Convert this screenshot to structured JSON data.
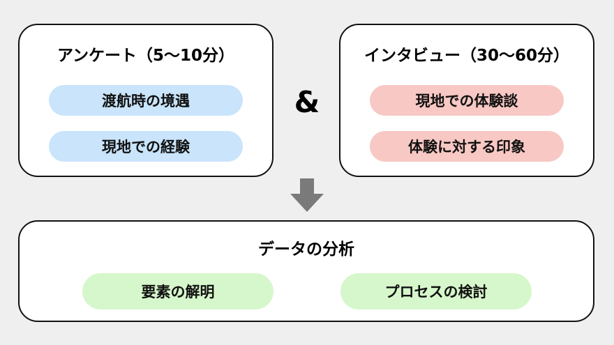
{
  "survey": {
    "title": "アンケート（5〜10分）",
    "items": [
      "渡航時の境遇",
      "現地での経験"
    ]
  },
  "connector": "&",
  "interview": {
    "title": "インタビュー（30〜60分）",
    "items": [
      "現地での体験談",
      "体験に対する印象"
    ]
  },
  "analysis": {
    "title": "データの分析",
    "items": [
      "要素の解明",
      "プロセスの検討"
    ]
  },
  "colors": {
    "background": "#efefef",
    "box_fill": "#ffffff",
    "box_border": "#111111",
    "survey_pill": "#c9e4fb",
    "interview_pill": "#f8c8c4",
    "analysis_pill": "#d6f7cb",
    "arrow": "#7a7a7a"
  }
}
